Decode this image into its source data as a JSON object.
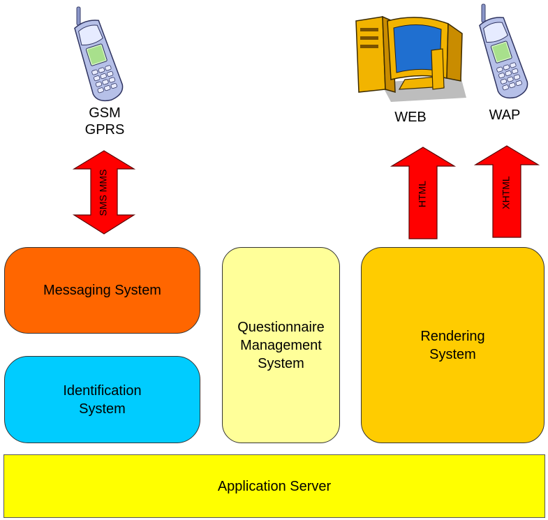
{
  "nodes": {
    "gsm_label": "GSM\nGPRS",
    "web_label": "WEB",
    "wap_label": "WAP",
    "messaging": "Messaging System",
    "identification": "Identification\nSystem",
    "questionnaire": "Questionnaire\nManagement\nSystem",
    "rendering": "Rendering\nSystem",
    "app_server": "Application Server"
  },
  "arrows": {
    "sms_mms": "SMS MMS",
    "html": "HTML",
    "xhtml": "XHTML"
  },
  "colors": {
    "messaging": "#FF6600",
    "identification": "#00CCFF",
    "questionnaire": "#FFFF99",
    "rendering": "#FFCC00",
    "app_server": "#FFFF00",
    "arrow": "#FF0000"
  },
  "icons": [
    "mobile-phone-icon",
    "desktop-computer-icon",
    "mobile-phone-icon"
  ]
}
